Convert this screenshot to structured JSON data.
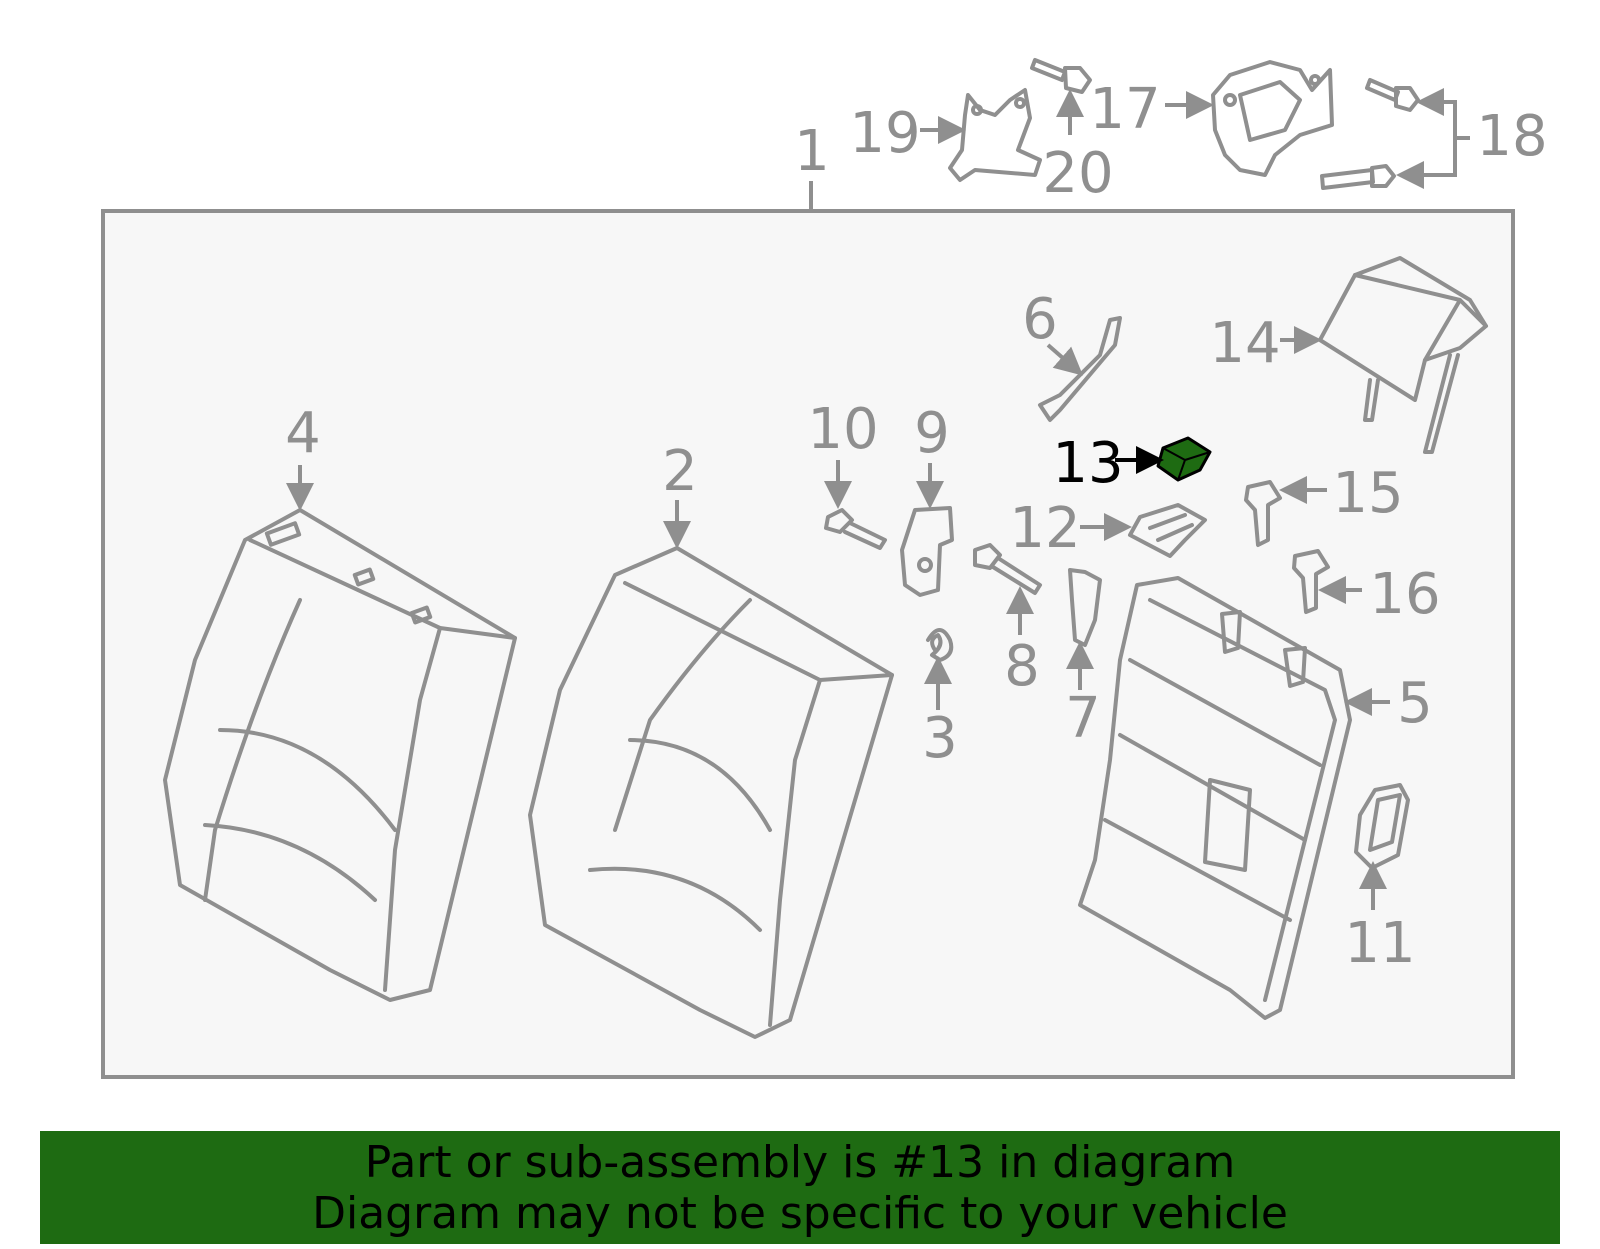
{
  "diagram": {
    "highlighted_part": "13",
    "highlight_color": "#1e6b12",
    "line_color": "#8f8f8f",
    "callouts": {
      "c1": "1",
      "c2": "2",
      "c3": "3",
      "c4": "4",
      "c5": "5",
      "c6": "6",
      "c7": "7",
      "c8": "8",
      "c9": "9",
      "c10": "10",
      "c11": "11",
      "c12": "12",
      "c13": "13",
      "c14": "14",
      "c15": "15",
      "c16": "16",
      "c17": "17",
      "c18": "18",
      "c19": "19",
      "c20": "20"
    }
  },
  "banner": {
    "line1": "Part or sub-assembly is #13 in diagram",
    "line2": "Diagram may not be specific to your vehicle",
    "background": "#1e6b12"
  }
}
